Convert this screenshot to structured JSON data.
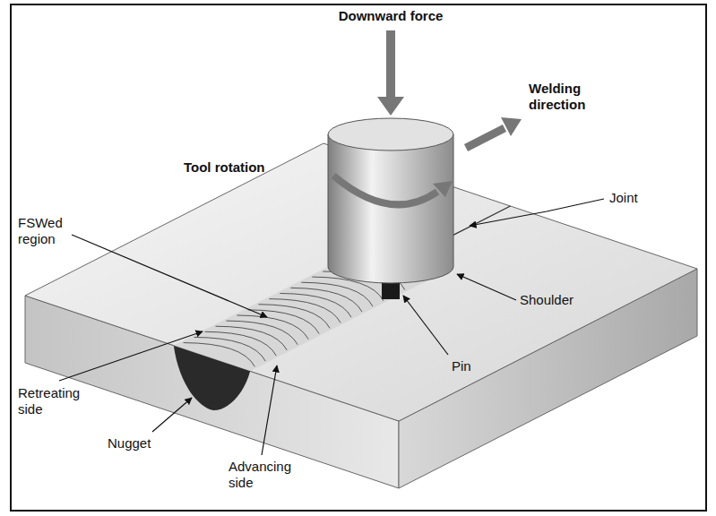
{
  "diagram": {
    "labels": [
      "Downward force",
      "Welding direction",
      "Tool rotation",
      "Joint",
      "FSWed region",
      "Shoulder",
      "Pin",
      "Retreating side",
      "Nugget",
      "Advancing side"
    ]
  }
}
